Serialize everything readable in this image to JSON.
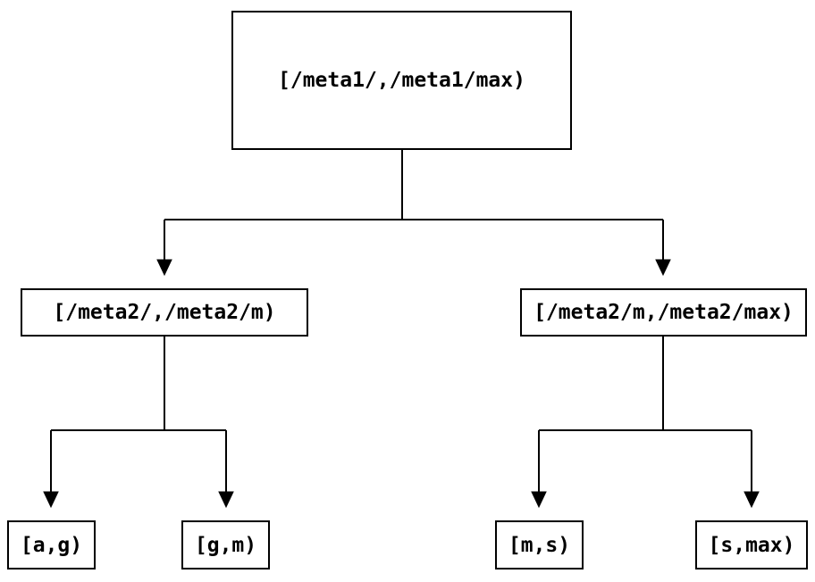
{
  "diagram": {
    "type": "tree",
    "description": "Interval partition tree with two levels of splits",
    "colors": {
      "background": "#ffffff",
      "line": "#000000",
      "box_border": "#000000",
      "text": "#000000"
    },
    "nodes": {
      "root": {
        "label": "[/meta1/,/meta1/max)"
      },
      "left": {
        "label": "[/meta2/,/meta2/m)"
      },
      "right": {
        "label": "[/meta2/m,/meta2/max)"
      },
      "leaf_ag": {
        "label": "[a,g)"
      },
      "leaf_gm": {
        "label": "[g,m)"
      },
      "leaf_ms": {
        "label": "[m,s)"
      },
      "leaf_smax": {
        "label": "[s,max)"
      }
    },
    "edges": [
      {
        "from": "root",
        "to": "left"
      },
      {
        "from": "root",
        "to": "right"
      },
      {
        "from": "left",
        "to": "leaf_ag"
      },
      {
        "from": "left",
        "to": "leaf_gm"
      },
      {
        "from": "right",
        "to": "leaf_ms"
      },
      {
        "from": "right",
        "to": "leaf_smax"
      }
    ]
  }
}
